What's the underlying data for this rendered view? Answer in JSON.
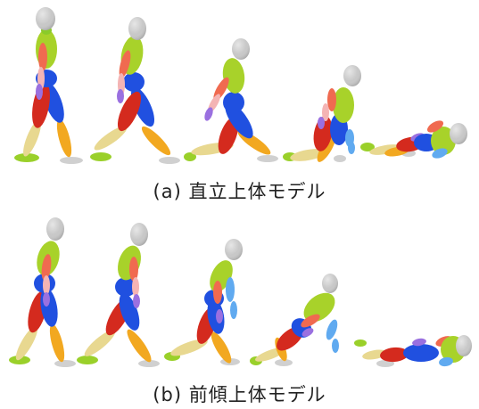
{
  "captions": {
    "a": "(a) 直立上体モデル",
    "b": "(b) 前傾上体モデル"
  },
  "colors": {
    "head": "#c8c8c8",
    "torso": "#a8d22a",
    "pelvis": "#2050e0",
    "thigh_left": "#d42a1e",
    "shank_left": "#f2a820",
    "thigh_right": "#e8d890",
    "foot_left": "#9ad02a",
    "foot_right": "#d0d0d0",
    "arm_upper": "#f06a50",
    "arm_lower": "#f4b4b4",
    "hand": "#9a70e0",
    "arm_blue": "#60aaf0",
    "neck": "#8acb2a"
  },
  "icons": [
    "walking-figure",
    "stumbling-figure",
    "falling-figure",
    "lying-figure"
  ]
}
